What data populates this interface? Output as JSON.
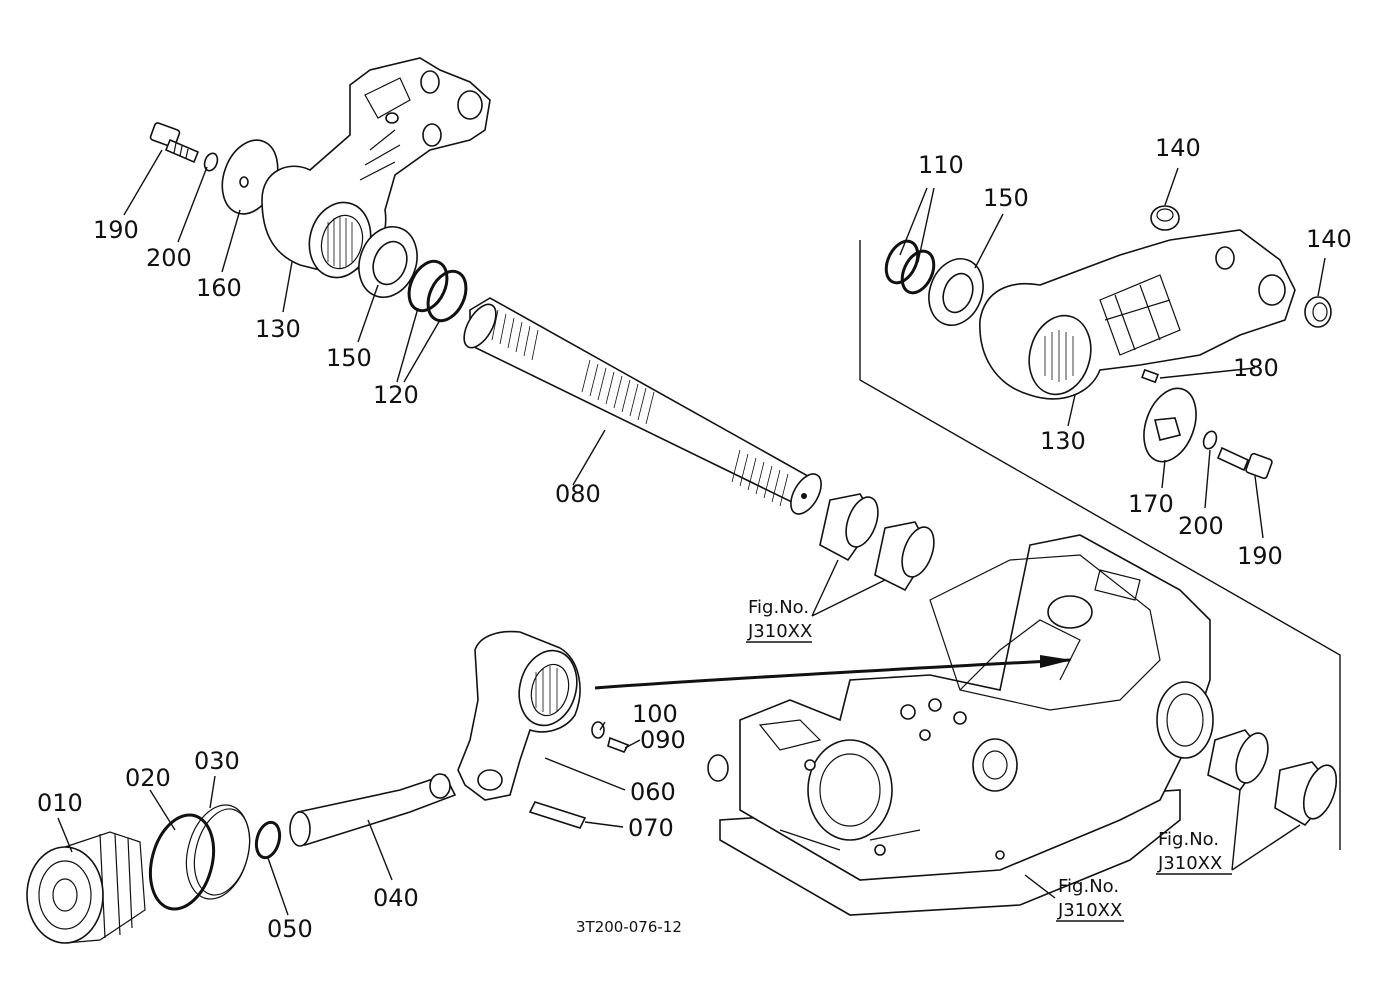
{
  "diagram": {
    "drawing_number": "3T200-076-12",
    "parts": {
      "p010": "010",
      "p020": "020",
      "p030": "030",
      "p040": "040",
      "p050": "050",
      "p060": "060",
      "p070": "070",
      "p080": "080",
      "p090": "090",
      "p100": "100",
      "p110": "110",
      "p120": "120",
      "p130a": "130",
      "p130b": "130",
      "p140a": "140",
      "p140b": "140",
      "p150a": "150",
      "p150b": "150",
      "p160": "160",
      "p170": "170",
      "p180": "180",
      "p190a": "190",
      "p190b": "190",
      "p200a": "200",
      "p200b": "200"
    },
    "figrefs": {
      "ref1_line1": "Fig.No.",
      "ref1_line2": "J310XX",
      "ref2_line1": "Fig.No.",
      "ref2_line2": "J310XX",
      "ref3_line1": "Fig.No.",
      "ref3_line2": "J310XX"
    }
  }
}
